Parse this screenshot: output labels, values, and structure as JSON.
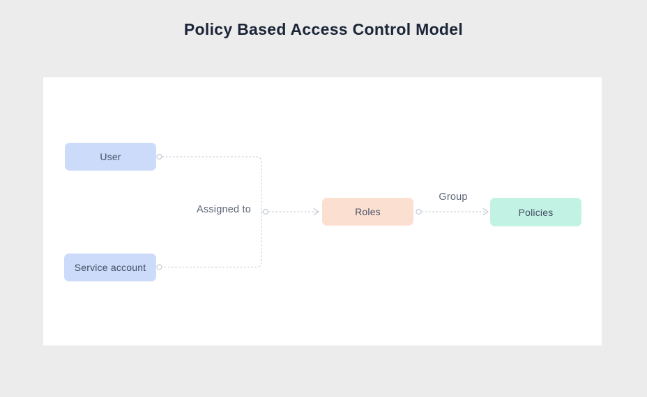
{
  "page": {
    "title": "Policy Based Access Control Model",
    "background_color": "#ececec",
    "canvas_color": "#ffffff",
    "title_color": "#1b2537"
  },
  "diagram": {
    "nodes": [
      {
        "id": "user",
        "label": "User",
        "fill": "#ccdbfa",
        "text_color": "#454f63"
      },
      {
        "id": "service-account",
        "label": "Service account",
        "fill": "#ccdbfa",
        "text_color": "#454f63"
      },
      {
        "id": "roles",
        "label": "Roles",
        "fill": "#fbe0d2",
        "text_color": "#454f63"
      },
      {
        "id": "policies",
        "label": "Policies",
        "fill": "#c2f2e3",
        "text_color": "#454f63"
      }
    ],
    "edges": [
      {
        "from": "user, service-account",
        "to": "roles",
        "label": "Assigned to"
      },
      {
        "from": "roles",
        "to": "policies",
        "label": "Group"
      }
    ],
    "connector_color": "#ccd1d9",
    "edge_label_color": "#5c6575"
  }
}
